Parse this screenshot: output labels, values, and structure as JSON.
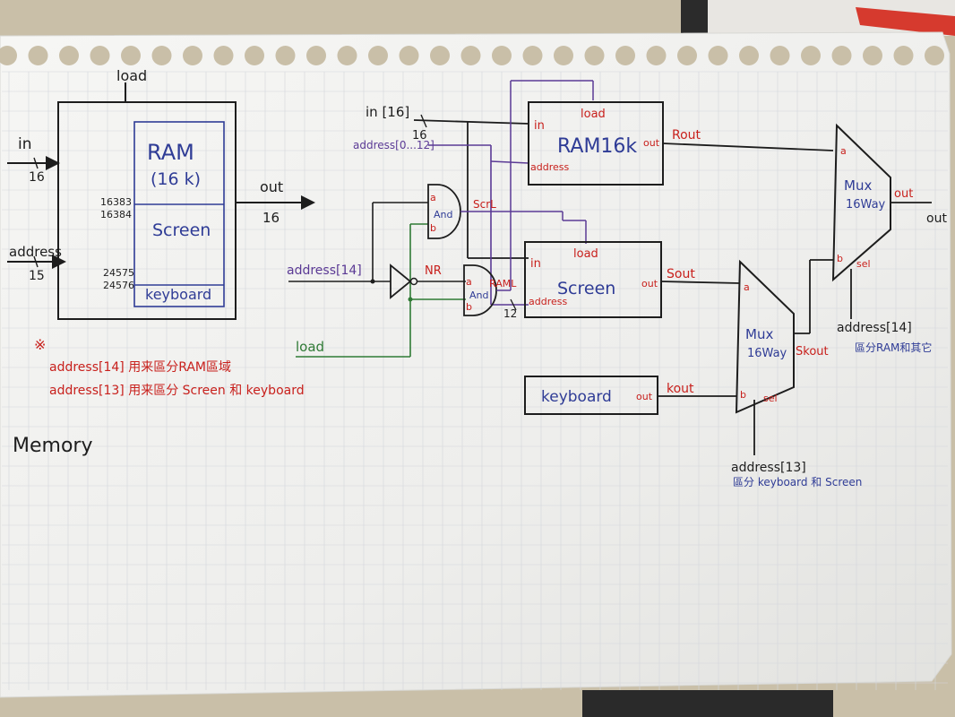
{
  "colors": {
    "ink": "#1d1d1d",
    "blue": "#2f3c96",
    "red": "#c8201c",
    "green": "#2f7a35",
    "purple": "#5b3a95",
    "paper": "#f1f1ef"
  },
  "memory_block": {
    "load_label": "load",
    "in_label": "in",
    "in_width": "16",
    "address_label": "address",
    "address_width": "15",
    "out_label": "out",
    "out_width": "16",
    "ram_label": "RAM",
    "ram_size": "(16 k)",
    "screen_label": "Screen",
    "keyboard_label": "keyboard",
    "addr_16383": "16383",
    "addr_16384": "16384",
    "addr_24575": "24575",
    "addr_24576": "24576"
  },
  "notes": {
    "asterisk": "※",
    "line1": "address[14] 用来區分RAM區域",
    "line2": "address[13] 用来區分 Screen 和 keyboard"
  },
  "title": "Memory",
  "circuit": {
    "in_label": "in [16]",
    "in_width": "16",
    "address_low": "address[0...12]",
    "address14": "address[14]",
    "load": "load",
    "and_a": "a",
    "and_b": "b",
    "and_label": "And",
    "and2_label": "And",
    "nr": "NR",
    "scrl": "ScrL",
    "raml": "RAML",
    "width12": "12",
    "ram16k": "RAM16k",
    "ram16k_in": "in",
    "ram16k_address": "address",
    "ram16k_load": "load",
    "ram16k_out": "out",
    "rout": "Rout",
    "screen": "Screen",
    "screen_in": "in",
    "screen_address": "address",
    "screen_load": "load",
    "screen_out": "out",
    "sout": "Sout",
    "keyboard": "keyboard",
    "keyboard_out": "out",
    "kout": "kout",
    "mux1_line1": "Mux",
    "mux1_line2": "16Way",
    "mux1_a": "a",
    "mux1_b": "b",
    "mux1_sel": "sel",
    "skout": "Skout",
    "mux2_line1": "Mux",
    "mux2_line2": "16Way",
    "mux2_a": "a",
    "mux2_b": "b",
    "mux2_sel": "sel",
    "mux2_out": "out",
    "final_out": "out",
    "sel13": "address[13]",
    "sel13_note": "區分 keyboard 和 Screen",
    "sel14": "address[14]",
    "sel14_note": "區分RAM和其它"
  }
}
